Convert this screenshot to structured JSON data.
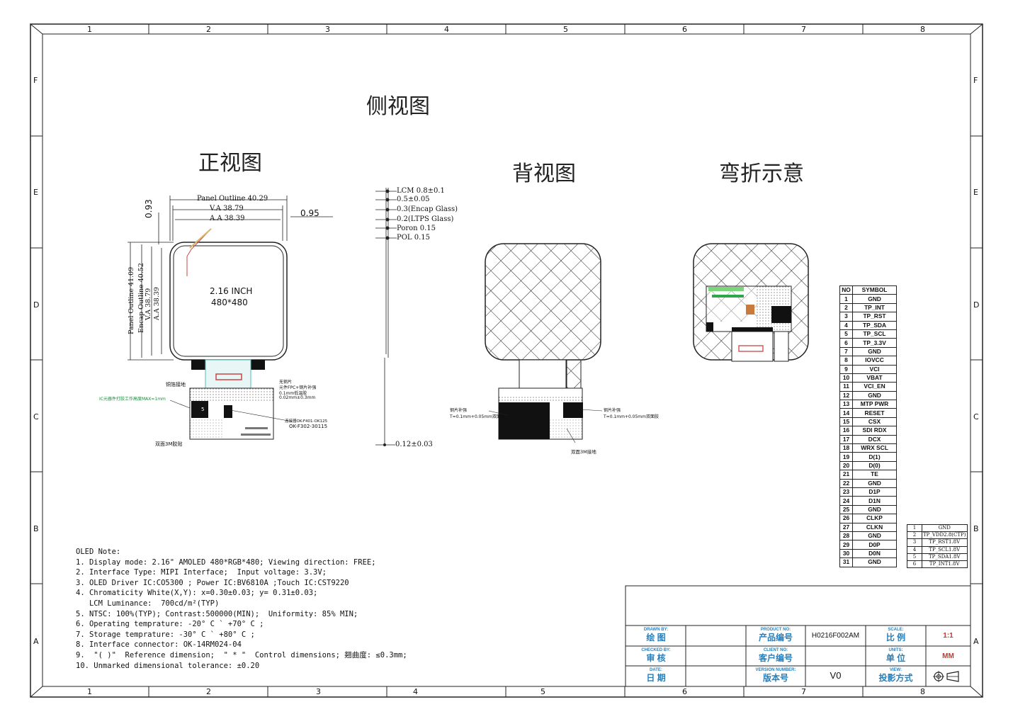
{
  "frame": {
    "col_numbers_top": [
      "1",
      "2",
      "3",
      "4",
      "5",
      "6",
      "7",
      "8"
    ],
    "col_numbers_bottom": [
      "1",
      "2",
      "3",
      "4",
      "5",
      "6",
      "7",
      "8"
    ],
    "row_letters": [
      "F",
      "E",
      "D",
      "C",
      "B",
      "A"
    ]
  },
  "views": {
    "side_view_title": "侧视图",
    "front_view_title": "正视图",
    "back_view_title": "背视图",
    "bend_view_title": "弯折示意"
  },
  "front_view": {
    "panel_outline_w": "Panel Outline 40.29",
    "va_w": "V.A 38.79",
    "aa_w": "A.A 38.39",
    "dim_095": "0.95",
    "dim_093": "0.93",
    "panel_outline_h": "Panel Outline 41.09",
    "encap_outline_h": "Encap Outline 40.52",
    "va_h": "V.A 38.79",
    "aa_h": "A.A 38.39",
    "size_text": "2.16  INCH",
    "res_text": "480*480",
    "copper_foil_label": "铜箔接地",
    "ic_note_label": "IC元器件打胶工作高度MAX=1mm",
    "stiffener_label1": "无钢片",
    "stiffener_label2": "元件FPC+钢片补强",
    "stiffener_label3": "0.1mm低温胶",
    "stiffener_label4": "0.02mm±0.3mm",
    "connector_label": "OK-F302-30115",
    "connector_label2": "连接器OK-F401-OK125",
    "double_glue_label": "双面3M胶贴",
    "conn_marker": "5"
  },
  "side_view": {
    "lcm": "LCM 0.8±0.1",
    "d1": "0.5±0.05",
    "encap": "0.3(Encap Glass)",
    "ltps": "0.2(LTPS Glass)",
    "poron": "Poron 0.15",
    "pol": "POL 0.15",
    "fpc": "0.12±0.03"
  },
  "back_view": {
    "left_label1": "钢片补强",
    "left_label2": "T=0.1mm+0.05mm双面胶",
    "right_label1": "钢片补强",
    "right_label2": "T=0.1mm+0.05mm双面胶",
    "bottom_label": "双面3M接地"
  },
  "pin_table": {
    "header_no": "NO",
    "header_symbol": "SYMBOL",
    "rows": [
      [
        "1",
        "GND"
      ],
      [
        "2",
        "TP_INT"
      ],
      [
        "3",
        "TP_RST"
      ],
      [
        "4",
        "TP_SDA"
      ],
      [
        "5",
        "TP_SCL"
      ],
      [
        "6",
        "TP_3.3V"
      ],
      [
        "7",
        "GND"
      ],
      [
        "8",
        "IOVCC"
      ],
      [
        "9",
        "VCI"
      ],
      [
        "10",
        "VBAT"
      ],
      [
        "11",
        "VCI_EN"
      ],
      [
        "12",
        "GND"
      ],
      [
        "13",
        "MTP PWR"
      ],
      [
        "14",
        "RESET"
      ],
      [
        "15",
        "CSX"
      ],
      [
        "16",
        "SDI RDX"
      ],
      [
        "17",
        "DCX"
      ],
      [
        "18",
        "WRX SCL"
      ],
      [
        "19",
        "D(1)"
      ],
      [
        "20",
        "D(0)"
      ],
      [
        "21",
        "TE"
      ],
      [
        "22",
        "GND"
      ],
      [
        "23",
        "D1P"
      ],
      [
        "24",
        "D1N"
      ],
      [
        "25",
        "GND"
      ],
      [
        "26",
        "CLKP"
      ],
      [
        "27",
        "CLKN"
      ],
      [
        "28",
        "GND"
      ],
      [
        "29",
        "D0P"
      ],
      [
        "30",
        "D0N"
      ],
      [
        "31",
        "GND"
      ]
    ]
  },
  "ctp_table": {
    "rows": [
      [
        "1",
        "GND"
      ],
      [
        "2",
        "TP_VDD2.8(CTP)"
      ],
      [
        "3",
        "TP_RST1.8V"
      ],
      [
        "4",
        "TP_SCL1.8V"
      ],
      [
        "5",
        "TP_SDA1.8V"
      ],
      [
        "6",
        "TP_INT1.8V"
      ]
    ]
  },
  "notes": {
    "title": "OLED Note:",
    "lines": [
      "1. Display mode: 2.16\" AMOLED 480*RGB*480; Viewing direction: FREE;",
      "2. Interface Type: MIPI Interface;  Input voltage: 3.3V;",
      "3. OLED Driver IC:CO5300 ; Power IC:BV6810A ;Touch IC:CST9220",
      "4. Chromaticity White(X,Y): x=0.30±0.03; y= 0.31±0.03;",
      "   LCM Luminance:  700cd/m²(TYP)",
      "5. NTSC: 100%(TYP); Contrast:500000(MIN);  Uniformity: 85% MIN;",
      "6. Operating temprature: -20° C ` +70° C ;",
      "7. Storage temprature: -30° C ` +80° C ;",
      "8. Interface connector: OK-14RM024-04",
      "9.  \"( )\"  Reference dimension;  \" * \"  Control dimensions; 翘曲度: ≤0.3mm;",
      "10. Unmarked dimensional tolerance: ±0.20"
    ]
  },
  "title_block": {
    "drawn_by_en": "DRAWN BY:",
    "drawn_by_cn": "绘 图",
    "checked_by_en": "CHECKED BY:",
    "checked_by_cn": "审 核",
    "date_en": "DATE:",
    "date_cn": "日 期",
    "product_no_en": "PRODUCT NO:",
    "product_no_cn": "产品编号",
    "product_no_val": "H0216F002AM",
    "client_no_en": "CLIENT NO:",
    "client_no_cn": "客户编号",
    "version_en": "VERSION NUMBER:",
    "version_cn": "版本号",
    "version_val": "V0",
    "scale_en": "SCALE:",
    "scale_cn": "比 例",
    "scale_val": "1:1",
    "units_en": "UNITS:",
    "units_cn": "单 位",
    "units_val": "MM",
    "view_en": "VIEW:",
    "view_cn": "投影方式"
  }
}
